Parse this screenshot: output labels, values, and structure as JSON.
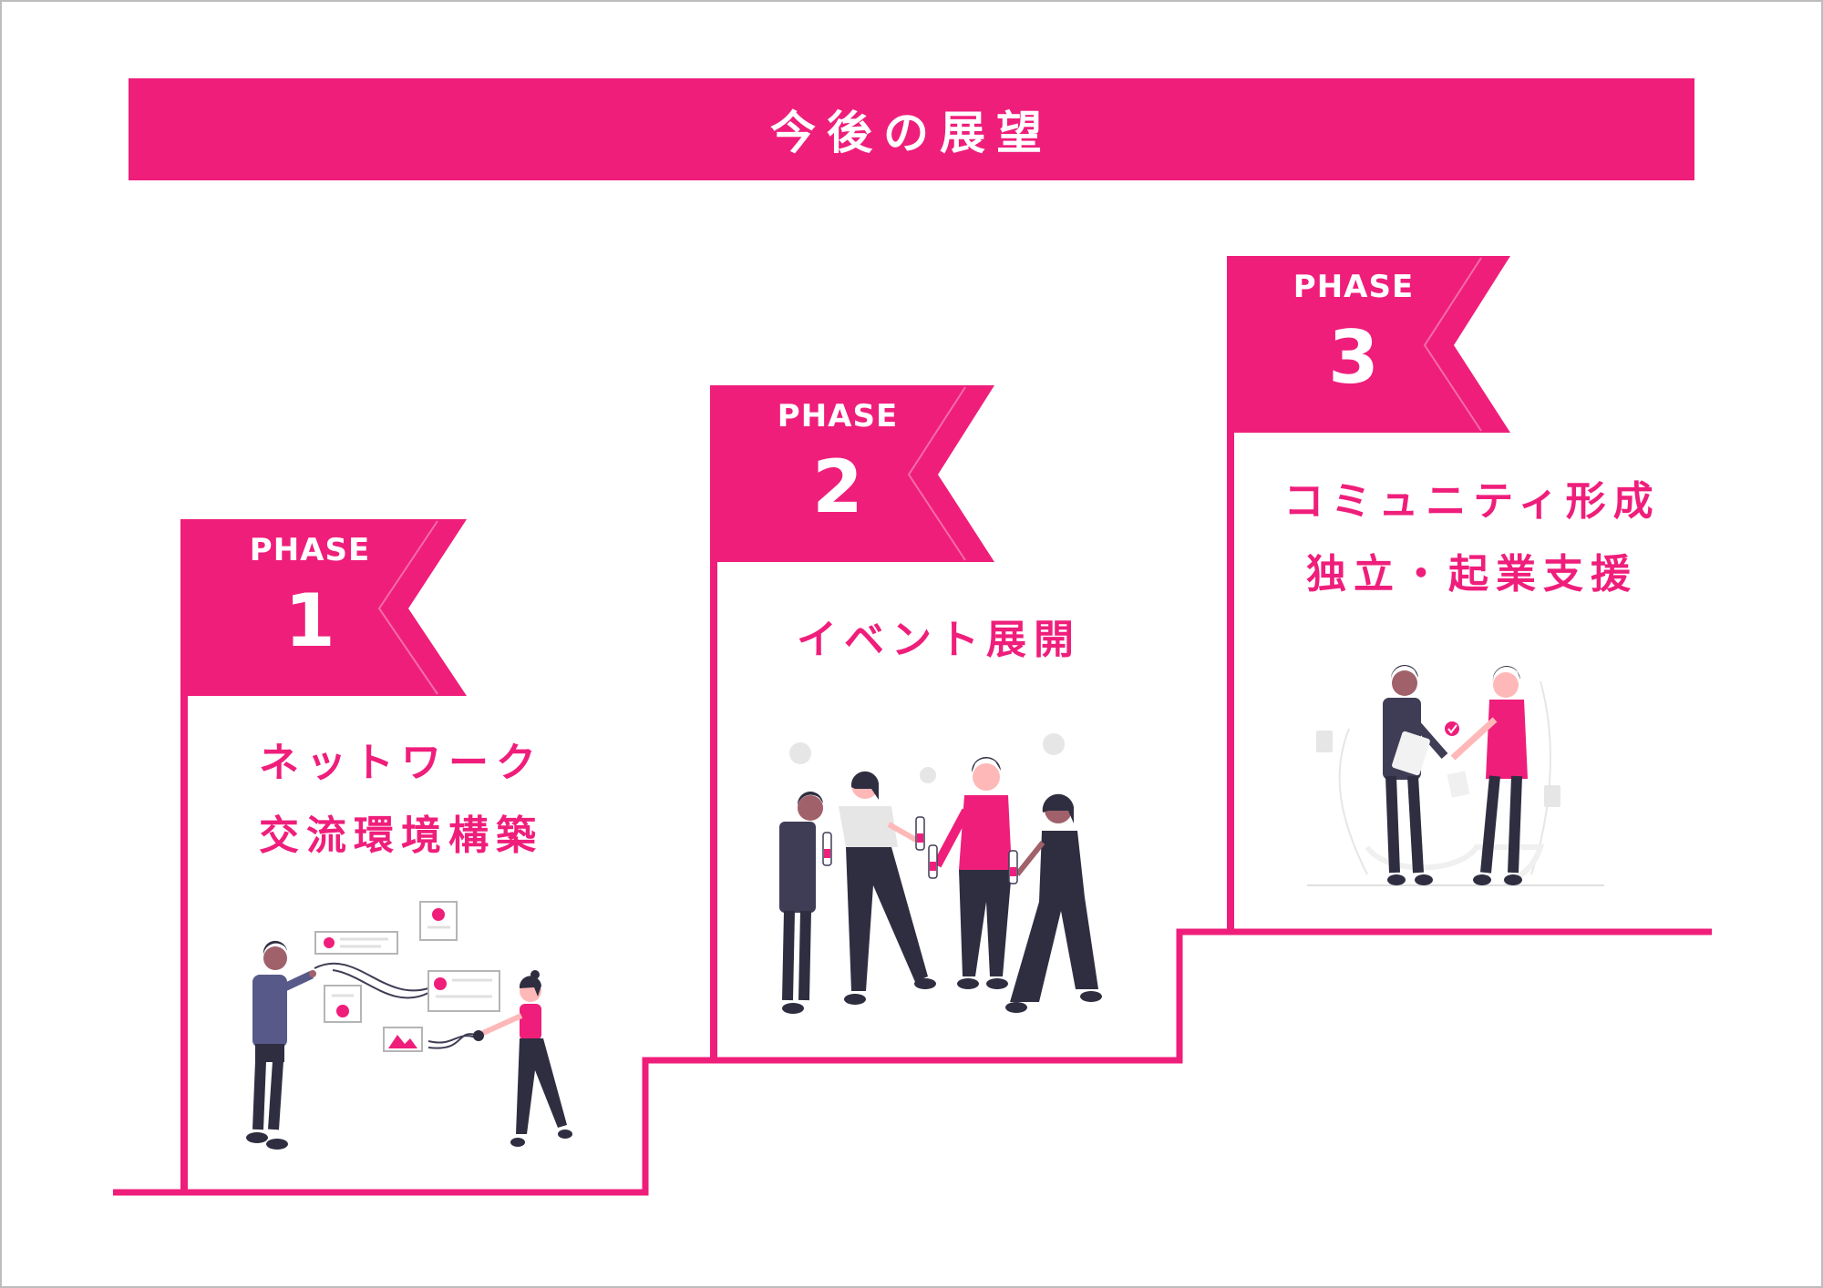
{
  "title": "今後の展望",
  "colors": {
    "accent": "#ef1e7b",
    "dark": "#2f2e41",
    "skin_light": "#ffb8b8",
    "skin_dark": "#a0616a",
    "muted": "#e6e6e6"
  },
  "phases": [
    {
      "label": "PHASE",
      "number": "1",
      "lines": [
        "ネットワーク",
        "交流環境構築"
      ],
      "illustration": "people-connecting-cards-illustration"
    },
    {
      "label": "PHASE",
      "number": "2",
      "lines": [
        "イベント展開"
      ],
      "illustration": "people-toasting-illustration"
    },
    {
      "label": "PHASE",
      "number": "3",
      "lines": [
        "コミュニティ形成",
        "独立・起業支援"
      ],
      "illustration": "handshake-illustration"
    }
  ]
}
